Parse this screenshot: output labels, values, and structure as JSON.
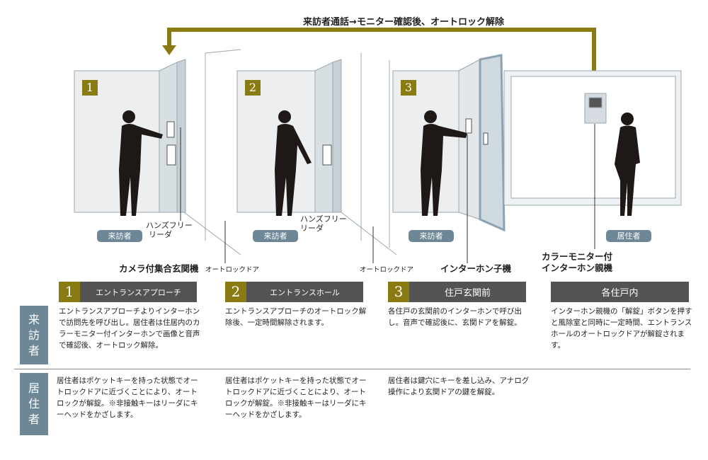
{
  "flow": {
    "label": "来訪者通話→モニター確認後、オートロック解除"
  },
  "colors": {
    "accent": "#8a7a12",
    "header_bg": "#545252",
    "role_bg": "#6e8796"
  },
  "scene": {
    "steps": [
      "1",
      "2",
      "3"
    ],
    "pills": {
      "visitor": "来訪者",
      "resident": "居住者"
    },
    "callouts": {
      "handsfree": "ハンズフリー",
      "reader": "リーダ",
      "camera_panel": "カメラ付集合玄関機",
      "autolock_door": "オートロックドア",
      "intercom_sub": "インターホン子機",
      "monitor_line1": "カラーモニター付",
      "monitor_line2": "インターホン親機"
    }
  },
  "table": {
    "roles": {
      "visitor": [
        "来",
        "訪",
        "者"
      ],
      "resident": [
        "居",
        "住",
        "者"
      ]
    },
    "columns": [
      {
        "num": "1",
        "title": "エントランスアプローチ",
        "visitor": "エントランスアプローチよりインターホンで訪問先を呼び出し。居住者は住居内のカラーモニター付インターホンで画像と音声で確認後、オートロック解除。",
        "resident": "居住者はポケットキーを持った状態でオートロックドアに近づくことにより、オートロックが解錠。※非接触キーはリーダにキーヘッドをかざします。"
      },
      {
        "num": "2",
        "title": "エントランスホール",
        "visitor": "エントランスアプローチのオートロック解除後、一定時間解除されます。",
        "resident": "居住者はポケットキーを持った状態でオートロックドアに近づくことにより、オートロックが解錠。※非接触キーはリーダにキーヘッドをかざします。"
      },
      {
        "num": "3",
        "title": "住戸玄関前",
        "visitor": "各住戸の玄関前のインターホンで呼び出し。音声で確認後に、玄関ドアを解錠。",
        "resident": "居住者は鍵穴にキーを差し込み、アナログ操作により玄関ドアの鍵を解錠。"
      },
      {
        "title": "各住戸内",
        "visitor": "インターホン親機の「解錠」ボタンを押すと風除室と同時に一定時間、エントランスホールのオートロックドアが解錠されます。"
      }
    ]
  }
}
